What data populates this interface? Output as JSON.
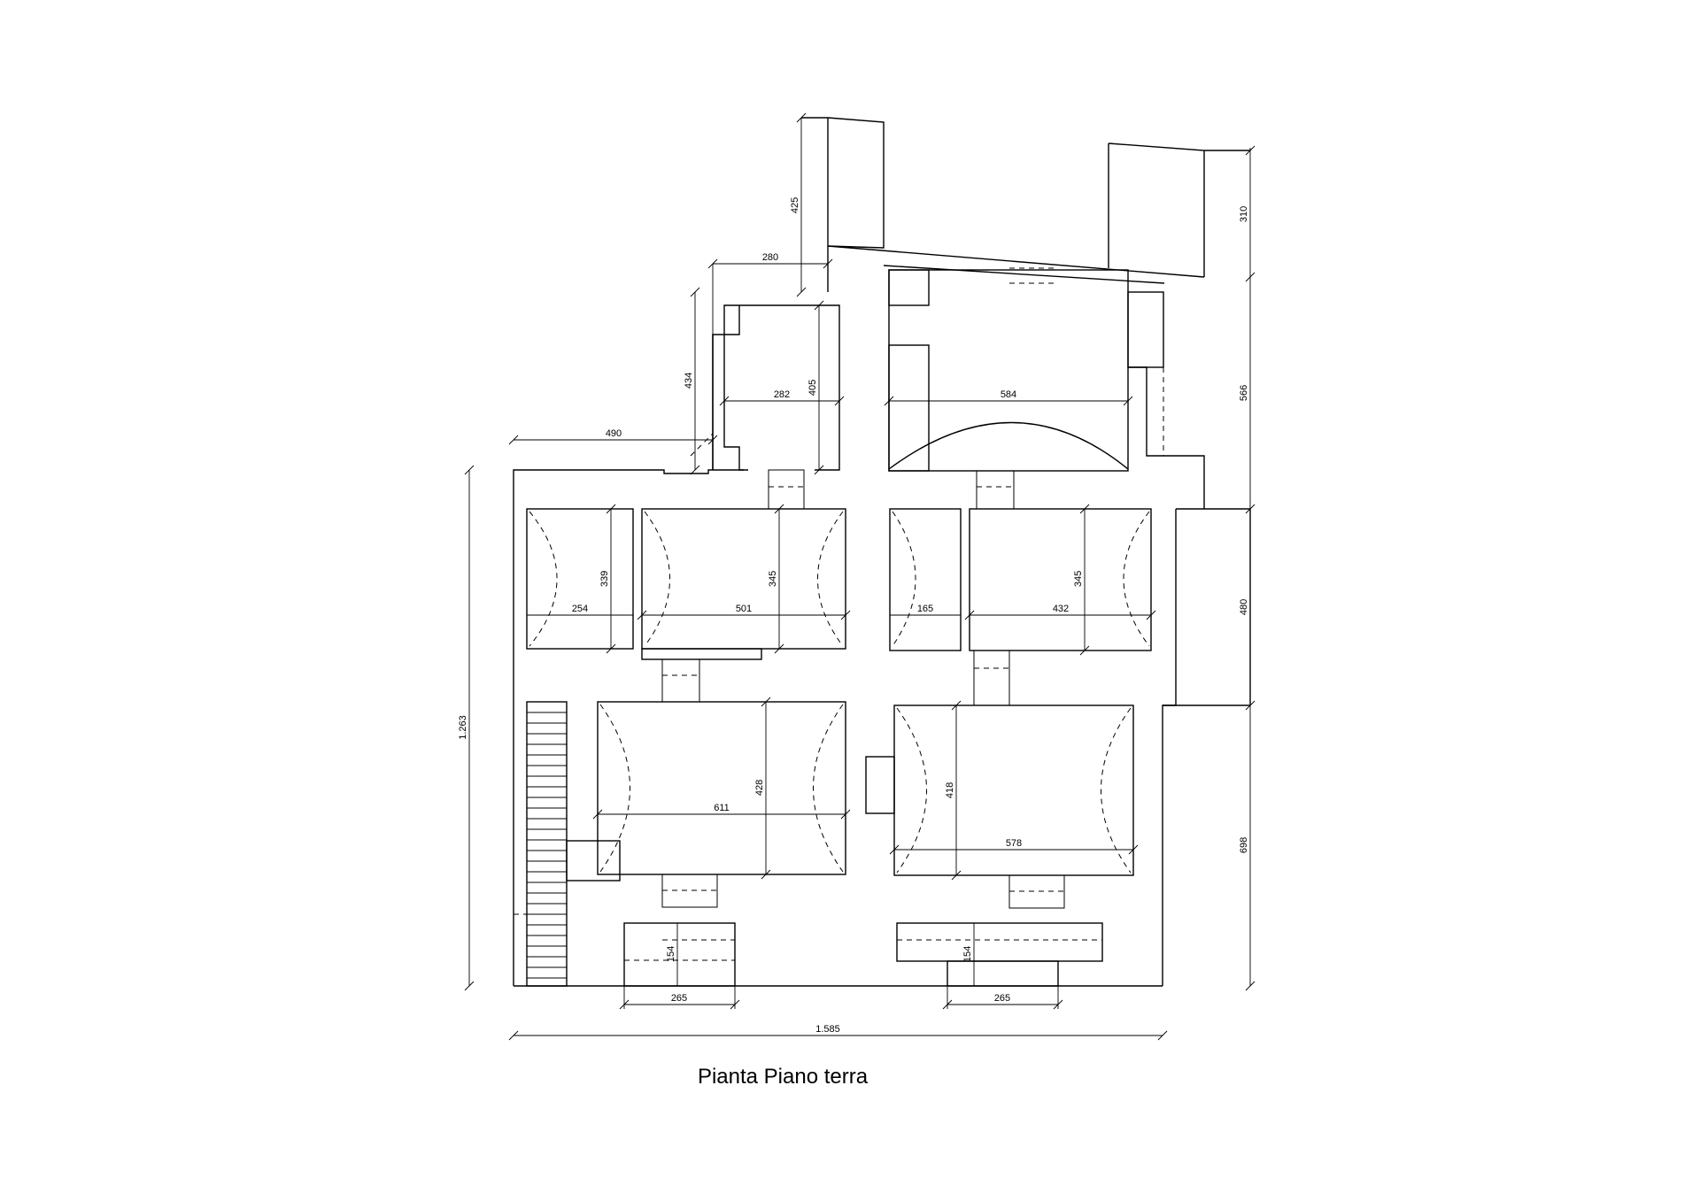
{
  "caption": "Pianta Piano terra",
  "dimensions": {
    "overall_width": "1.585",
    "overall_height": "1.263",
    "right_top": "310",
    "right_upper": "566",
    "right_middle": "480",
    "right_lower": "698",
    "tower_height": "425",
    "tower_width": "280",
    "upper_room_height": "434",
    "upper_room_width": "282",
    "upper_room_depth": "405",
    "setback": "490",
    "arch_room_width": "584",
    "room_a_height": "339",
    "room_a_width": "254",
    "room_b_width": "501",
    "room_b_height": "345",
    "room_c_width": "165",
    "room_d_width": "432",
    "room_d_height": "345",
    "room_e_width": "611",
    "room_e_height": "428",
    "room_f_width": "578",
    "room_f_height": "418",
    "porch_left_height": "154",
    "porch_left_width": "265",
    "porch_right_height": "154",
    "porch_right_width": "265"
  }
}
